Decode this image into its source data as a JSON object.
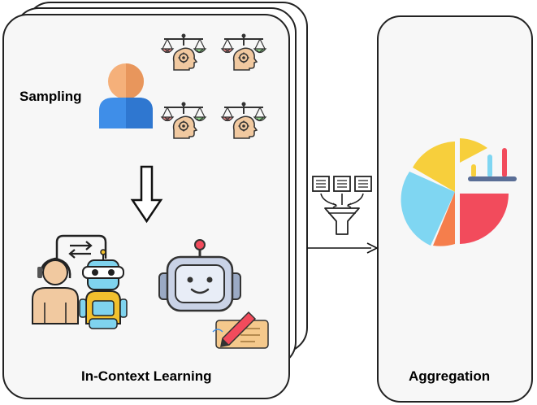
{
  "labels": {
    "sampling": "Sampling",
    "in_context_learning": "In-Context Learning",
    "aggregation": "Aggregation"
  },
  "icons": [
    "user-icon",
    "judge-head-scale-icon",
    "down-arrow-icon",
    "human-robot-exchange-icon",
    "robot-icon",
    "writing-pen-icon",
    "document-filter-funnel-icon",
    "pie-bar-chart-icon",
    "right-arrow-icon"
  ],
  "colors": {
    "panel_fill": "#f7f7f7",
    "panel_stroke": "#222222",
    "user_blue": "#3f8ee8",
    "skin": "#f1c9a0",
    "robot_blue": "#7fd3ee",
    "pie_yellow": "#f7cf3c",
    "pie_blue": "#7fd6f2",
    "pie_red": "#f24b5c",
    "pie_orange": "#f57e4c"
  }
}
